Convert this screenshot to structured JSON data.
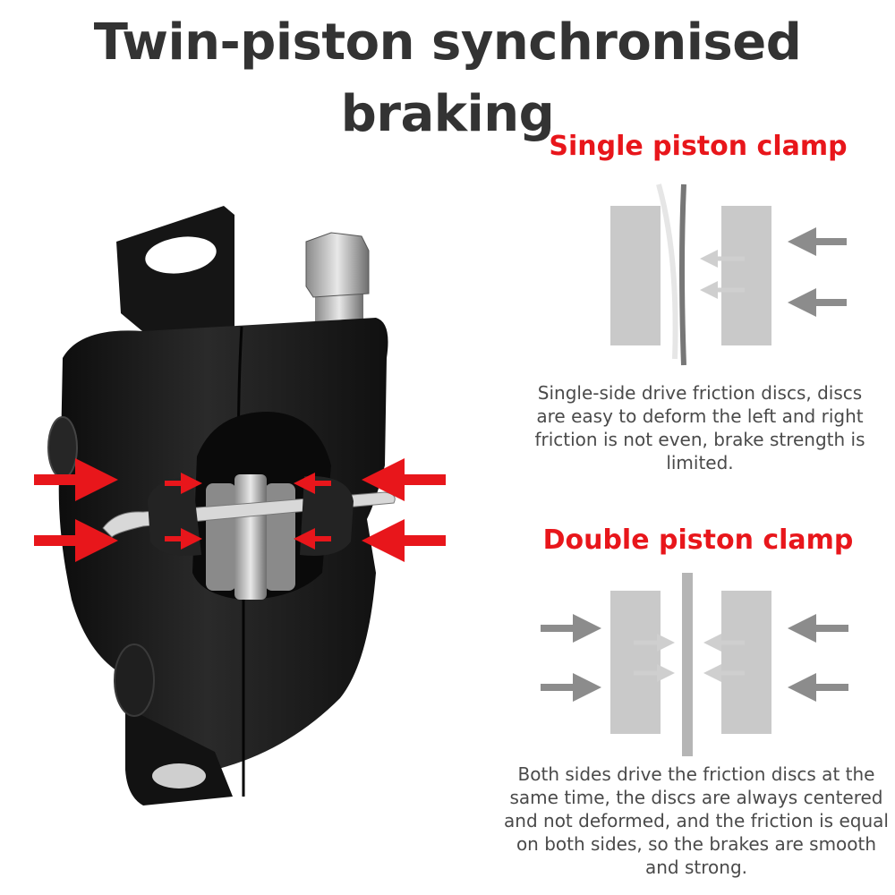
{
  "title": "Twin-piston synchronised braking",
  "single": {
    "heading": "Single piston clamp",
    "description": "Single-side drive friction discs, discs are easy to deform the left and right friction is not even, brake strength is limited."
  },
  "double": {
    "heading": "Double piston clamp",
    "description": "Both sides drive the friction discs at the same time, the discs are always centered and not deformed, and the friction is equal on both sides, so the brakes are smooth and strong."
  },
  "colors": {
    "title": "#333333",
    "heading": "#e8161b",
    "arrow_red": "#e8161b",
    "pad_gray": "#c9c9c9",
    "arrow_gray": "#8c8c8c",
    "caliper_body": "#1c1c1c"
  },
  "icons": [
    "brake-caliper-photo",
    "force-arrow-icon",
    "brake-pad-icon",
    "brake-disc-icon"
  ]
}
